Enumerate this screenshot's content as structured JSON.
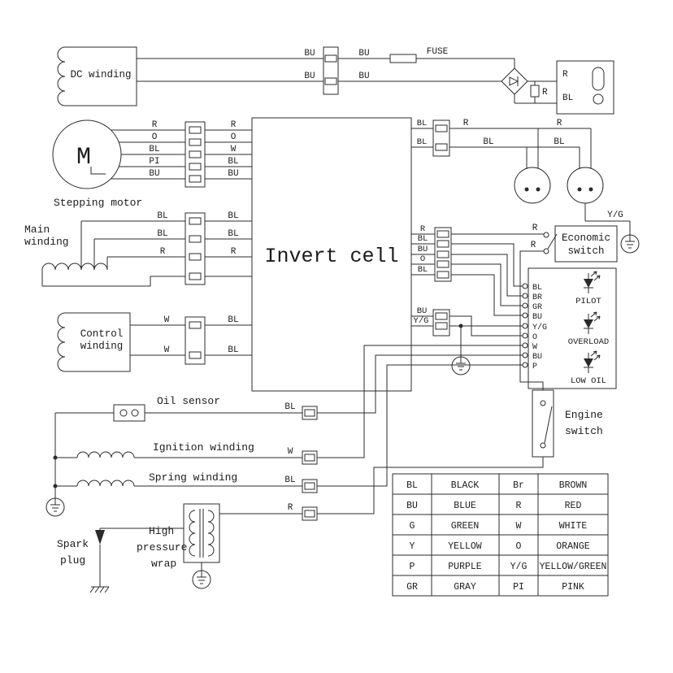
{
  "diagram": {
    "invert_cell": "Invert cell",
    "dc_winding": "DC winding",
    "stepping_motor": "Stepping motor",
    "motor_m": "M",
    "fuse": "FUSE",
    "main_winding_1": "Main",
    "main_winding_2": "winding",
    "control_winding_1": "Control",
    "control_winding_2": "winding",
    "economic_switch_1": "Economic",
    "economic_switch_2": "switch",
    "engine_switch_1": "Engine",
    "engine_switch_2": "switch",
    "pilot": "PILOT",
    "overload": "OVERLOAD",
    "low_oil": "LOW OIL",
    "oil_sensor": "Oil sensor",
    "ignition_winding": "Ignition winding",
    "spring_winding": "Spring winding",
    "high_pressure_1": "High",
    "high_pressure_2": "pressure",
    "high_pressure_3": "wrap",
    "spark_plug_1": "Spark",
    "spark_plug_2": "plug"
  },
  "wires": {
    "dc": [
      "BU",
      "BU",
      "BU",
      "BU"
    ],
    "panel_r": "R",
    "panel_bl": "BL",
    "res_r": "R",
    "stepper_left": [
      "R",
      "O",
      "BL",
      "PI",
      "BU"
    ],
    "stepper_right": [
      "R",
      "O",
      "W",
      "BL",
      "BU"
    ],
    "main_left": [
      "BL",
      "BL",
      "R"
    ],
    "main_right": [
      "BL",
      "BL",
      "R"
    ],
    "ctrl_left": [
      "W",
      "W"
    ],
    "ctrl_right": [
      "BL",
      "BL"
    ],
    "ac_left": [
      "BL",
      "BL"
    ],
    "ac_mid": [
      "R",
      "BL"
    ],
    "ac_right": [
      "R",
      "BL"
    ],
    "econ_rows": [
      "R",
      "BL",
      "BU",
      "O",
      "BL"
    ],
    "econ_r_top": "R",
    "econ_r_bot": "R",
    "mid_rows": [
      "BU",
      "Y/G"
    ],
    "yg": "Y/G",
    "pins": [
      "BL",
      "BR",
      "GR",
      "BU",
      "Y/G",
      "O",
      "W",
      "BU",
      "P"
    ],
    "oil": "BL",
    "ignition": "W",
    "spring": "BL",
    "hp": "R"
  },
  "legend": {
    "rows": [
      [
        "BL",
        "BLACK",
        "Br",
        "BROWN"
      ],
      [
        "BU",
        "BLUE",
        "R",
        "RED"
      ],
      [
        "G",
        "GREEN",
        "W",
        "WHITE"
      ],
      [
        "Y",
        "YELLOW",
        "O",
        "ORANGE"
      ],
      [
        "P",
        "PURPLE",
        "Y/G",
        "YELLOW/GREEN"
      ],
      [
        "GR",
        "GRAY",
        "PI",
        "PINK"
      ]
    ]
  }
}
